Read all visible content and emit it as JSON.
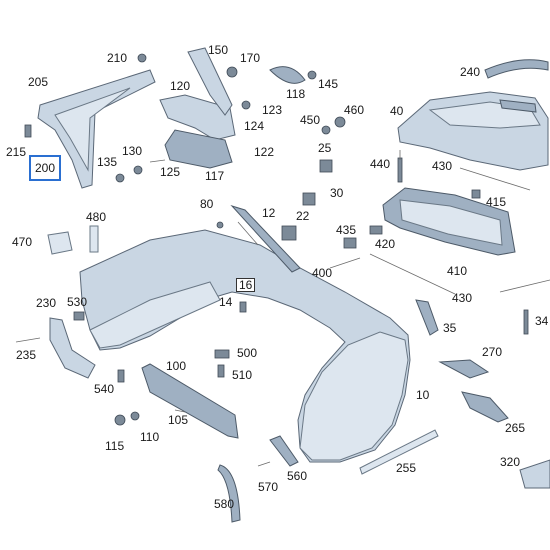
{
  "diagram": {
    "selected_part": "200",
    "labels": {
      "l10": "10",
      "l12": "12",
      "l14": "14",
      "l16": "16",
      "l22": "22",
      "l30": "30",
      "l34": "34",
      "l35": "35",
      "l40": "40",
      "l80": "80",
      "l100": "100",
      "l105": "105",
      "l110": "110",
      "l115": "115",
      "l117": "117",
      "l118": "118",
      "l120": "120",
      "l122": "122",
      "l123": "123",
      "l124": "124",
      "l125": "125",
      "l130": "130",
      "l135": "135",
      "l145": "145",
      "l150": "150",
      "l170": "170",
      "l200": "200",
      "l205": "205",
      "l210": "210",
      "l215": "215",
      "l230": "230",
      "l235": "235",
      "l240": "240",
      "l255": "255",
      "l265": "265",
      "l270": "270",
      "l320": "320",
      "l400": "400",
      "l410": "410",
      "l415": "415",
      "l420": "420",
      "l430a": "430",
      "l430b": "430",
      "l435": "435",
      "l440": "440",
      "l450": "450",
      "l460": "460",
      "l470": "470",
      "l480": "480",
      "l500": "500",
      "l510": "510",
      "l530": "530",
      "l540": "540",
      "l560": "560",
      "l570": "570",
      "l580": "580"
    }
  }
}
